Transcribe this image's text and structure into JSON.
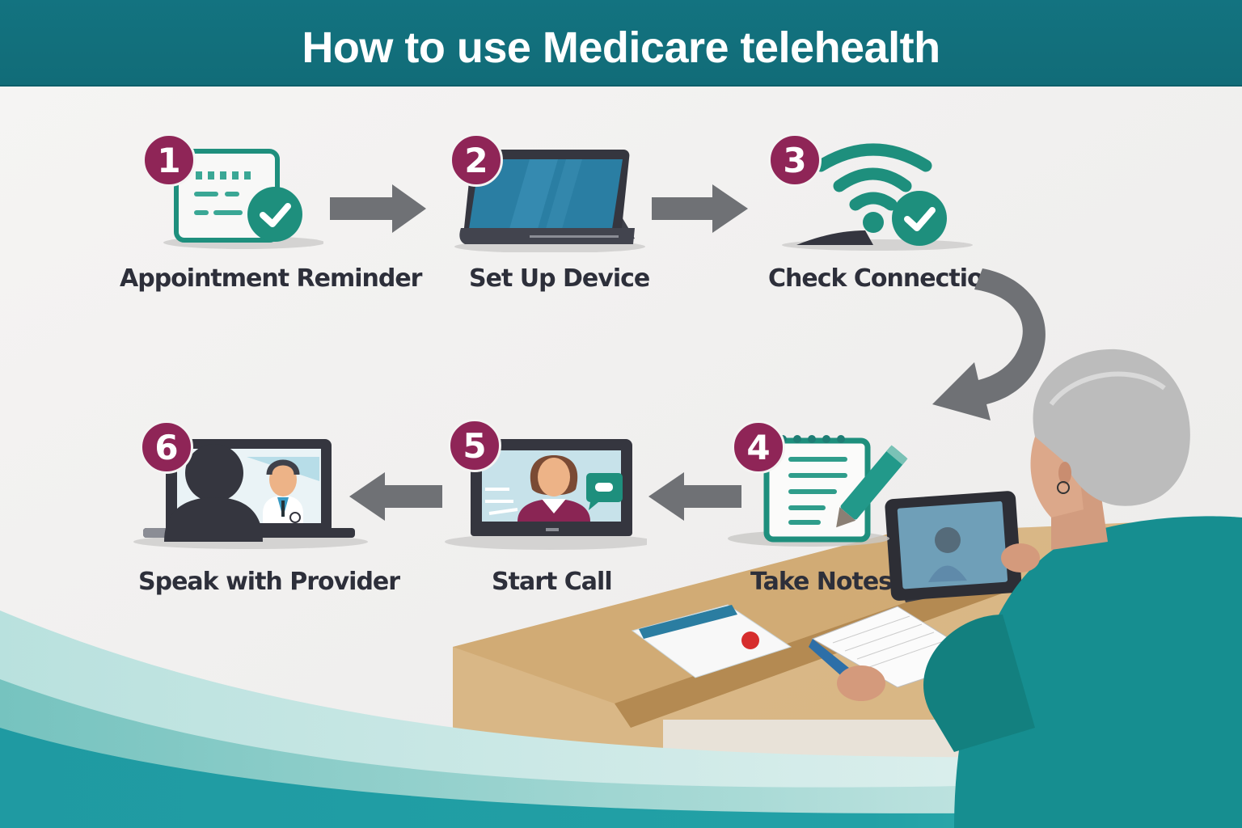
{
  "header": {
    "title": "How to use Medicare telehealth",
    "background_color": "#137380"
  },
  "colors": {
    "badge": "#8f2557",
    "icon_teal": "#1e8f7d",
    "arrow_gray": "#6f7175",
    "label_text": "#2d2f3a",
    "device_dark": "#35363f",
    "screen_blue": "#2a7ea3",
    "sweater_teal": "#168e90",
    "desk_wood": "#d2aa72"
  },
  "steps": [
    {
      "number": "1",
      "label": "Appointment Reminder",
      "icon": "calendar-check-icon"
    },
    {
      "number": "2",
      "label": "Set Up Device",
      "icon": "tablet-icon"
    },
    {
      "number": "3",
      "label": "Check Connection",
      "icon": "wifi-check-icon"
    },
    {
      "number": "4",
      "label": "Take Notes",
      "icon": "notepad-pencil-icon"
    },
    {
      "number": "5",
      "label": "Start Call",
      "icon": "laptop-video-call-icon"
    },
    {
      "number": "6",
      "label": "Speak with Provider",
      "icon": "laptop-provider-icon"
    }
  ],
  "flow": {
    "arrows": [
      {
        "from": "1",
        "to": "2",
        "direction": "right"
      },
      {
        "from": "2",
        "to": "3",
        "direction": "right"
      },
      {
        "from": "3",
        "to": "4",
        "direction": "curved-down"
      },
      {
        "from": "4",
        "to": "5",
        "direction": "left"
      },
      {
        "from": "5",
        "to": "6",
        "direction": "left"
      }
    ]
  },
  "illustration": {
    "description": "Senior woman with gray hair in teal sweater at desk using tablet video call, with notepad and medical card"
  }
}
